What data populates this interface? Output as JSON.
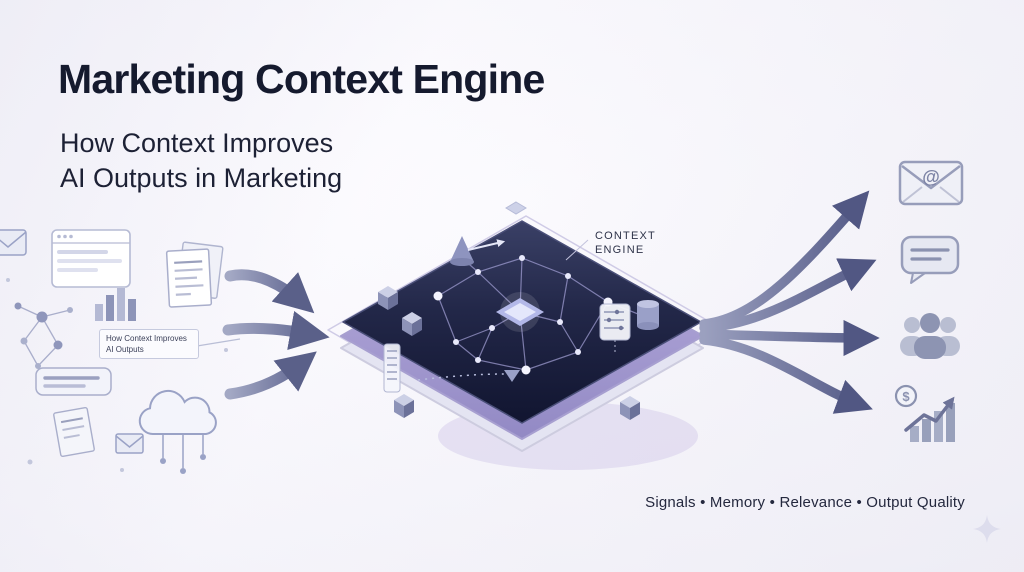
{
  "header": {
    "title": "Marketing Context Engine",
    "subtitle_line1": "How Context Improves",
    "subtitle_line2": "AI Outputs in Marketing"
  },
  "input_cluster": {
    "note_line1": "How Context Improves",
    "note_line2": "AI Outputs",
    "icon_names": [
      "browser-window-icon",
      "documents-icon",
      "bar-chart-icon",
      "network-nodes-icon",
      "envelope-icon",
      "chat-lines-icon",
      "cloud-connections-icon",
      "paper-sheet-icon",
      "small-envelope-icon"
    ]
  },
  "engine": {
    "label_line1": "CONTEXT",
    "label_line2": "ENGINE"
  },
  "output_list": {
    "icon_names": [
      "email-campaign-icon",
      "chat-message-icon",
      "audience-people-icon",
      "revenue-growth-icon"
    ],
    "email_glyph": "@",
    "dollar_glyph": "$"
  },
  "footer": {
    "caption": "Signals • Memory • Relevance • Output Quality"
  },
  "colors": {
    "background_center": "#fdfcff",
    "background_edge": "#e9e8f2",
    "title_text": "#151a2e",
    "subtitle_text": "#1d2135",
    "arrow_light": "#9ba0bf",
    "arrow_dark": "#565c88",
    "platform_top_light": "#3a4066",
    "platform_top_dark": "#111530",
    "platform_mid": "#a49bce",
    "platform_base": "#e4e4f2",
    "icon_stroke": "#979dba",
    "icon_fill": "#8f96b4",
    "caption_text": "#24283e"
  }
}
